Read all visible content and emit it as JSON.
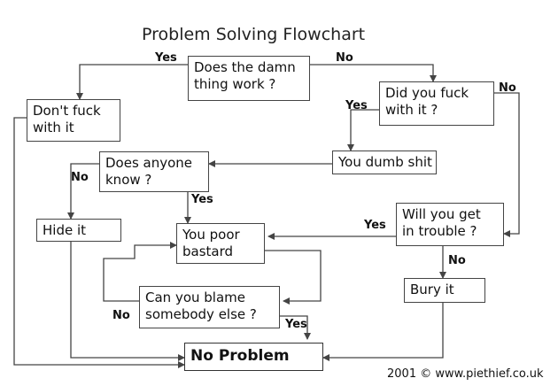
{
  "title": "Problem Solving Flowchart",
  "nodes": {
    "works": [
      "Does the damn",
      "thing work ?"
    ],
    "fuck_with": [
      "Did you fuck",
      "with it ?"
    ],
    "dont_fuck": [
      "Don't fuck",
      "with it"
    ],
    "dumb": [
      "You dumb shit"
    ],
    "anyone_know": [
      "Does anyone",
      "know ?"
    ],
    "hide": [
      "Hide it"
    ],
    "trouble": [
      "Will you get",
      "in trouble ?"
    ],
    "poor": [
      "You poor",
      "bastard"
    ],
    "bury": [
      "Bury it"
    ],
    "blame": [
      "Can you blame",
      "somebody else ?"
    ],
    "no_problem": [
      "No Problem"
    ]
  },
  "edge_labels": {
    "works_yes": "Yes",
    "works_no": "No",
    "fuck_yes": "Yes",
    "fuck_no": "No",
    "know_no": "No",
    "know_yes": "Yes",
    "trouble_yes": "Yes",
    "trouble_no": "No",
    "blame_no": "No",
    "blame_yes": "Yes"
  },
  "credit": "2001 © www.piethief.co.uk"
}
